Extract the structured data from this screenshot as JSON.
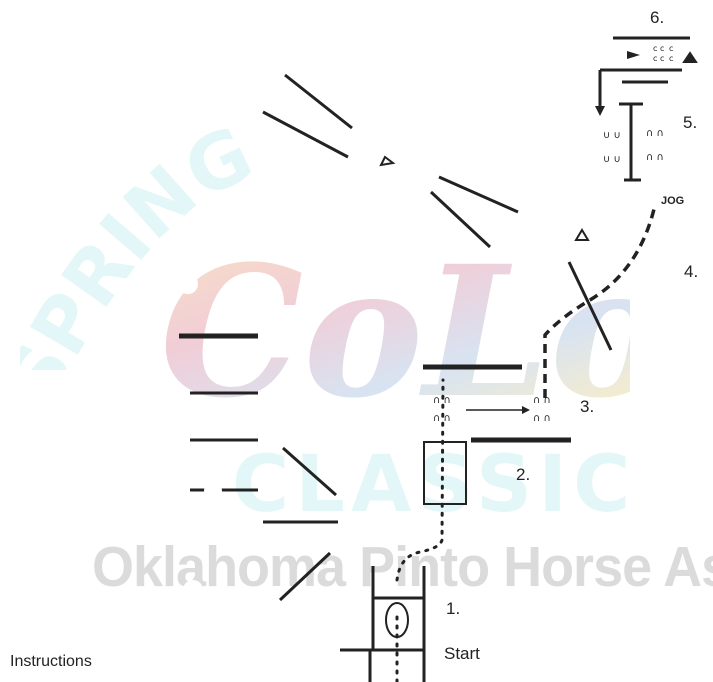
{
  "watermark": {
    "spring": "SPRING",
    "color": "CoLoR",
    "classic": "CLASSIC",
    "association": "Oklahoma Pinto Horse Association"
  },
  "steps": {
    "s1": "1.",
    "s2": "2.",
    "s3": "3.",
    "s4": "4.",
    "s5": "5.",
    "s6": "6."
  },
  "labels": {
    "start": "Start",
    "jog": "JOG",
    "instructions": "Instructions"
  },
  "colors": {
    "ink": "#222222",
    "watermark_teal": "#6fd6d9",
    "watermark_grey": "#9a9a9a"
  }
}
